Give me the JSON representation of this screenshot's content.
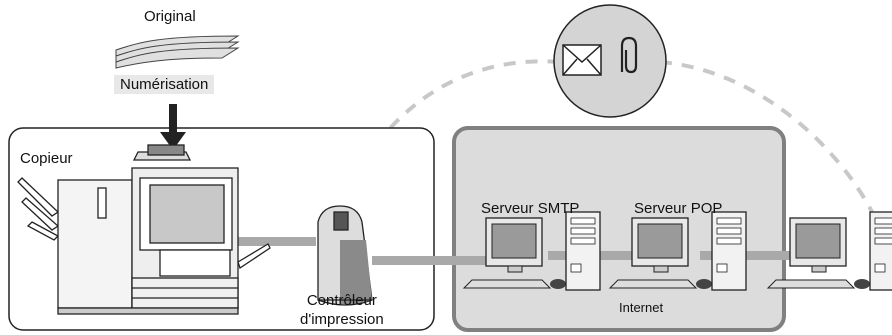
{
  "labels": {
    "original": "Original",
    "scanning": "Numérisation",
    "copier": "Copieur",
    "controller_line1": "Contrôleur",
    "controller_line2": "d'impression",
    "smtp_server": "Serveur SMTP",
    "pop_server": "Serveur POP",
    "internet": "Internet"
  },
  "icons": {
    "mail": "envelope-icon",
    "attachment": "paperclip-icon"
  },
  "colors": {
    "network_panel": "#dcdcdc",
    "panel_border": "#808080",
    "connector": "#a9a9a9",
    "dashed_arc": "#c8c8c8"
  }
}
